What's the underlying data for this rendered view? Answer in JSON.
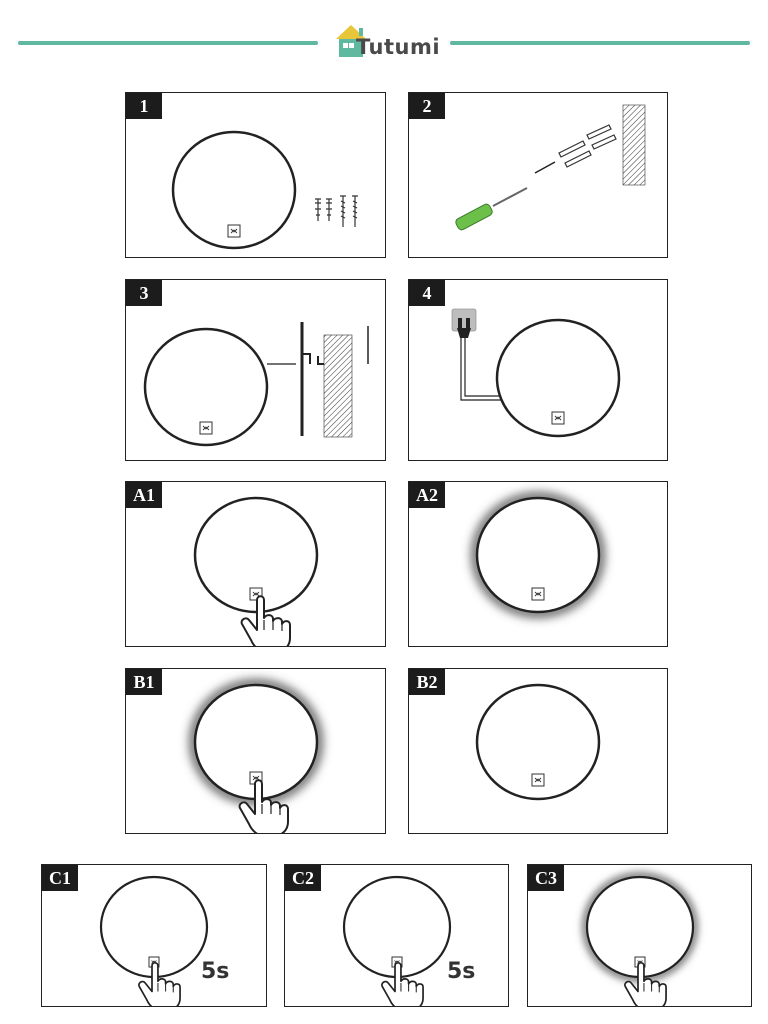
{
  "brand": {
    "name": "Tutumi",
    "rule_color": "#5fb8a0",
    "house_color": "#5fb8a0",
    "roof_color": "#e9c53a",
    "text_color": "#4a4a4a"
  },
  "steps": [
    {
      "id": "1",
      "label": "1"
    },
    {
      "id": "2",
      "label": "2"
    },
    {
      "id": "3",
      "label": "3"
    },
    {
      "id": "4",
      "label": "4"
    },
    {
      "id": "A1",
      "label": "A1"
    },
    {
      "id": "A2",
      "label": "A2"
    },
    {
      "id": "B1",
      "label": "B1"
    },
    {
      "id": "B2",
      "label": "B2"
    },
    {
      "id": "C1",
      "label": "C1",
      "duration": "5s"
    },
    {
      "id": "C2",
      "label": "C2",
      "duration": "5s"
    },
    {
      "id": "C3",
      "label": "C3"
    }
  ],
  "icons": {
    "mirror": "round-mirror-icon",
    "touch_sensor": "touch-sensor-icon",
    "hand": "pointing-hand-icon",
    "screwdriver": "screwdriver-icon",
    "plug": "power-plug-icon"
  },
  "colors": {
    "screwdriver_handle": "#6cc04a",
    "plug": "#bdbdbd"
  }
}
